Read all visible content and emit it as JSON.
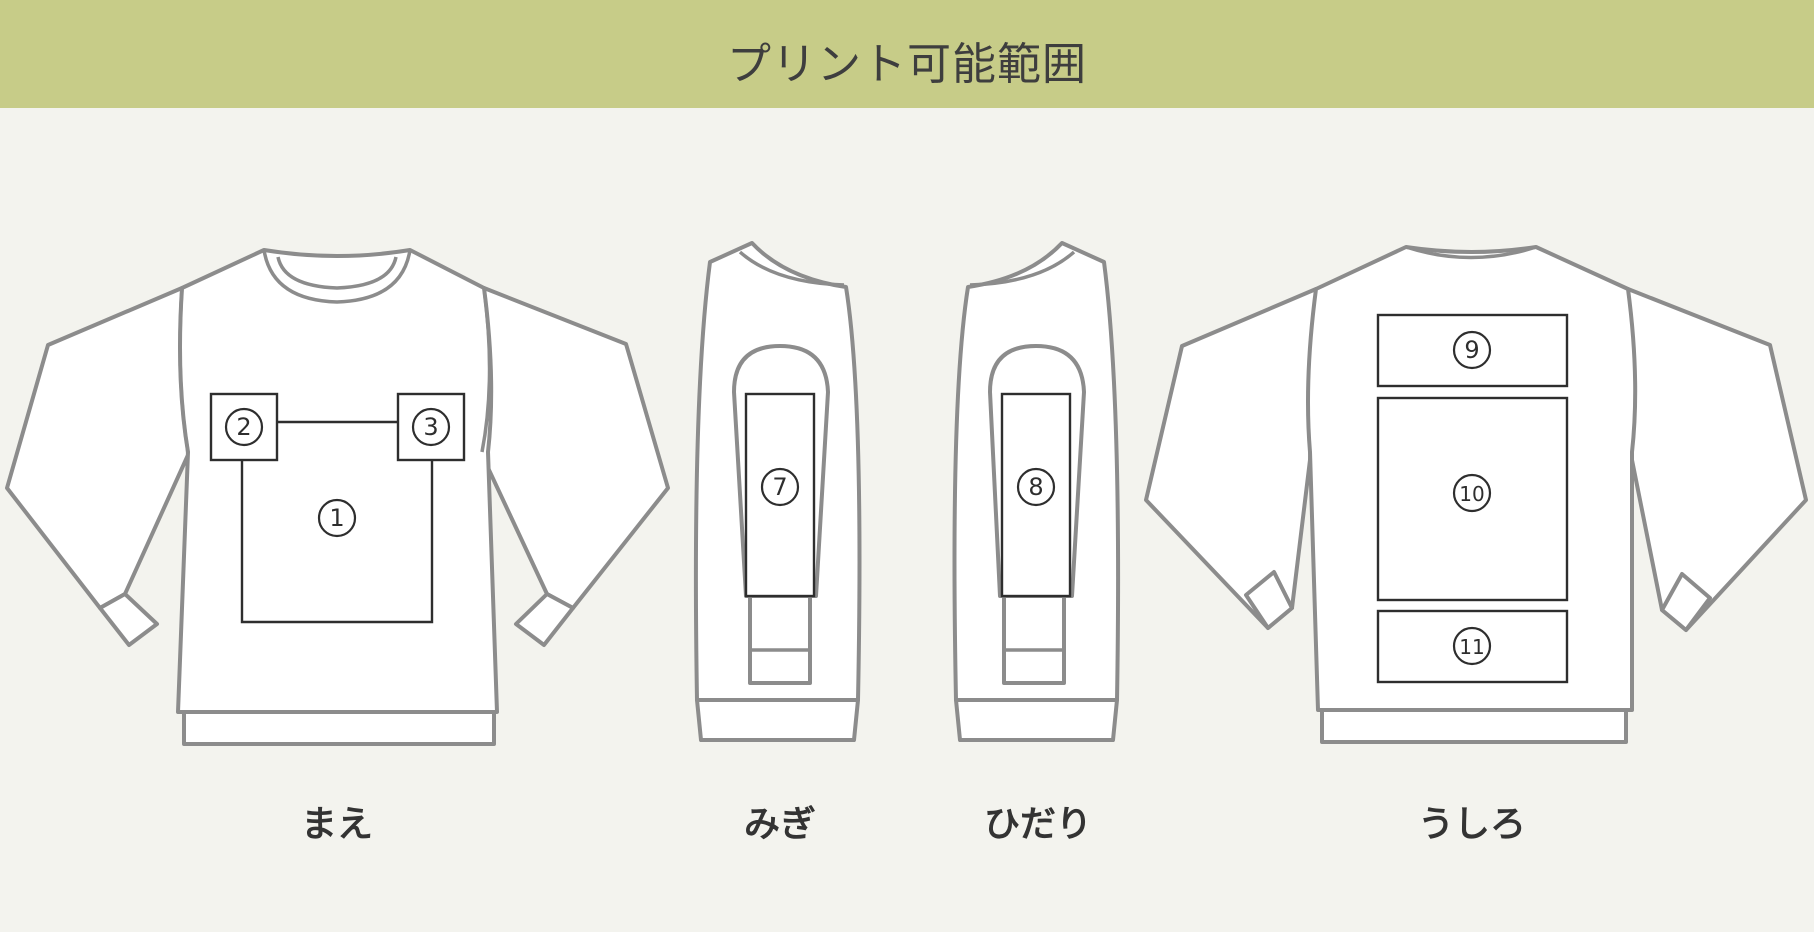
{
  "header": {
    "title": "プリント可能範囲",
    "background": "#c7cc88"
  },
  "views": {
    "front": "まえ",
    "right": "みぎ",
    "left": "ひだり",
    "back": "うしろ"
  },
  "zones": {
    "z1": "1",
    "z2": "2",
    "z3": "3",
    "z7": "7",
    "z8": "8",
    "z9": "9",
    "z10": "10",
    "z11": "11"
  },
  "colors": {
    "background": "#f3f3ee",
    "garment_outline": "#8c8c8c",
    "zone_outline": "#2e2e2e"
  }
}
